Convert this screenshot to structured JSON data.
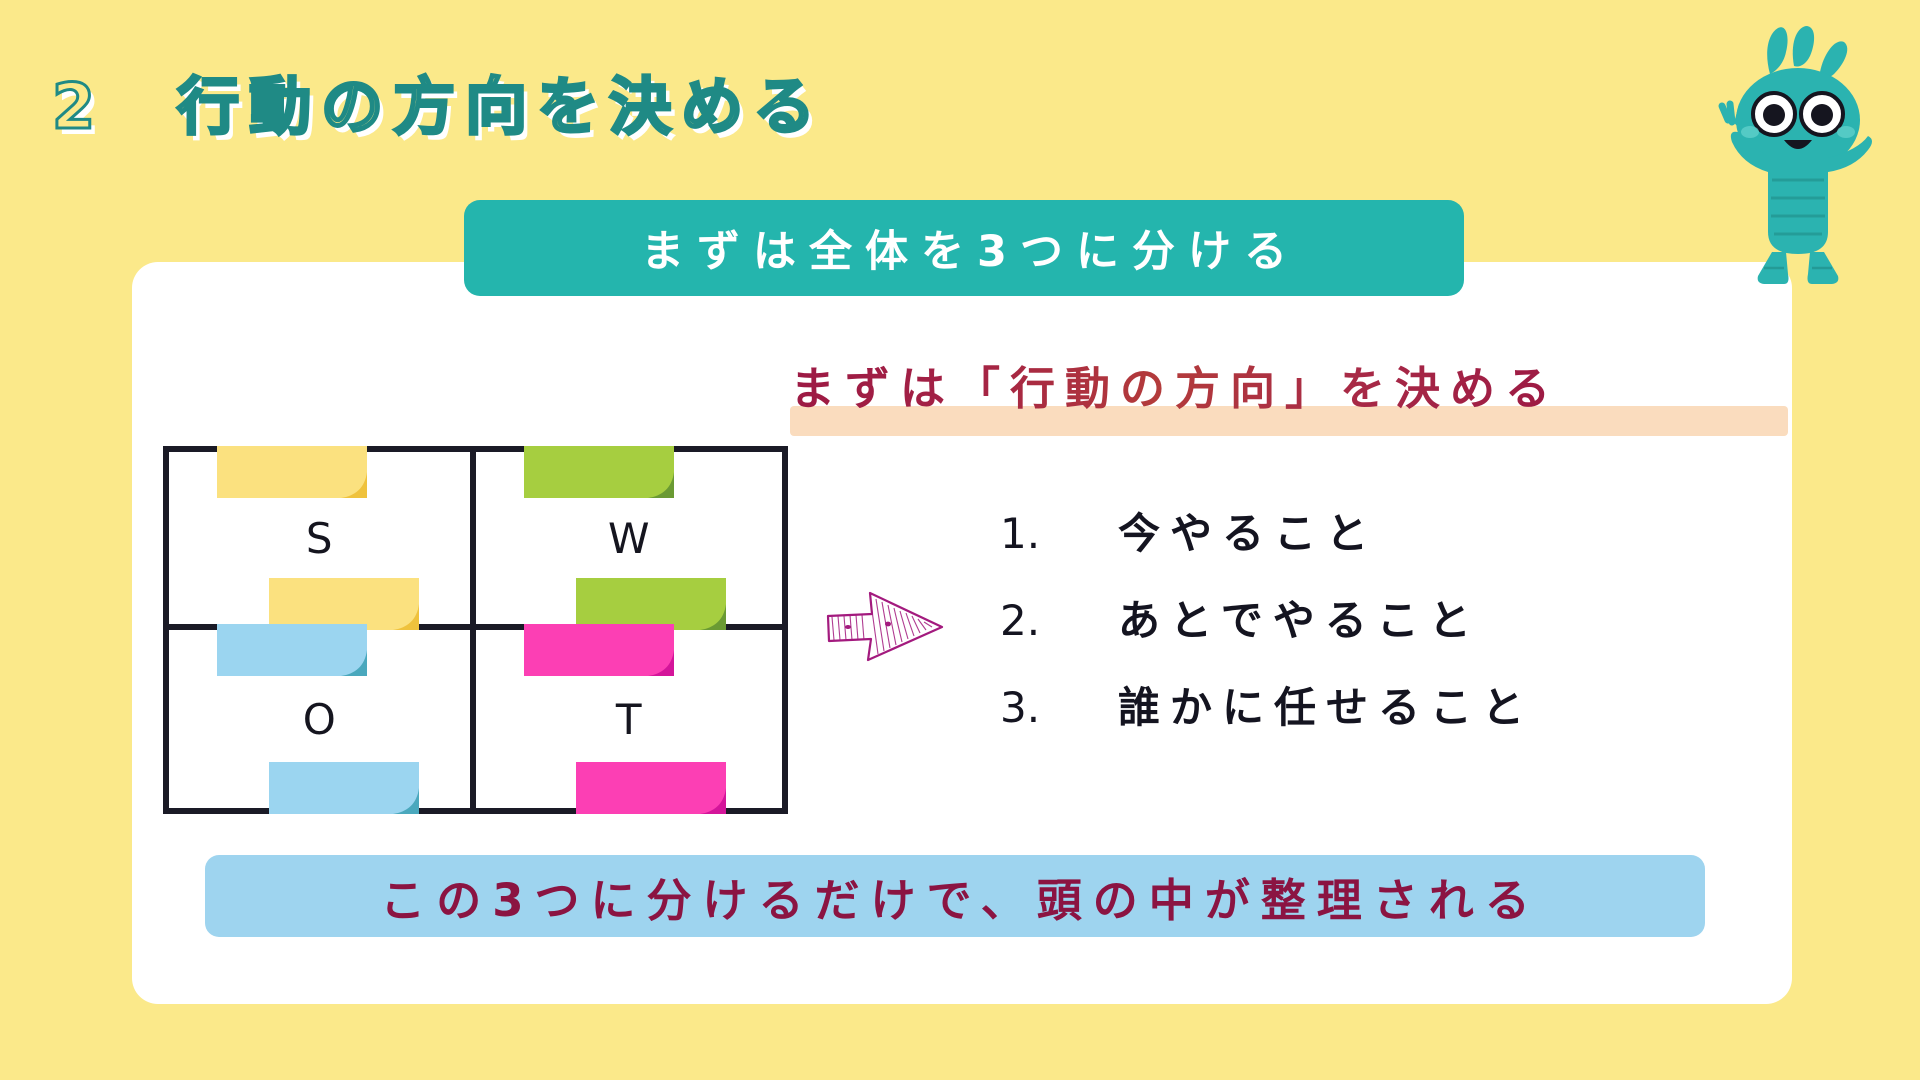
{
  "slide": {
    "title": "2　行動の方向を決める",
    "background_color": "#fbe98a",
    "card_color": "#ffffff"
  },
  "teal_banner": {
    "text": "まずは全体を3つに分ける",
    "background_color": "#24b5ad",
    "text_color": "#ffffff"
  },
  "pink_heading": {
    "text": "まずは「行動の方向」を決める",
    "text_color": "#9c1944",
    "underline_color": "#fadcbe"
  },
  "swot": {
    "cells": [
      {
        "letter": "S",
        "note_color": "#fbe17f",
        "fold_color": "#efc23d"
      },
      {
        "letter": "W",
        "note_color": "#a6ce40",
        "fold_color": "#6a9a33"
      },
      {
        "letter": "O",
        "note_color": "#9bd5f0",
        "fold_color": "#4aa8bd"
      },
      {
        "letter": "T",
        "note_color": "#fc3fb4",
        "fold_color": "#d4159a"
      }
    ],
    "border_color": "#1a1a26"
  },
  "arrow": {
    "name": "hand-drawn-arrow",
    "color": "#a31a7e"
  },
  "numbered_list": [
    {
      "index": "1.",
      "text": "今やること"
    },
    {
      "index": "2.",
      "text": "あとでやること"
    },
    {
      "index": "3.",
      "text": "誰かに任せること"
    }
  ],
  "blue_banner": {
    "text": "この3つに分けるだけで、頭の中が整理される",
    "background_color": "#9ed4ef",
    "text_color": "#8b1442"
  },
  "mascot": {
    "name": "teal-creature-mascot",
    "body_color": "#2bb3b0",
    "dark_color": "#1f8a85"
  }
}
